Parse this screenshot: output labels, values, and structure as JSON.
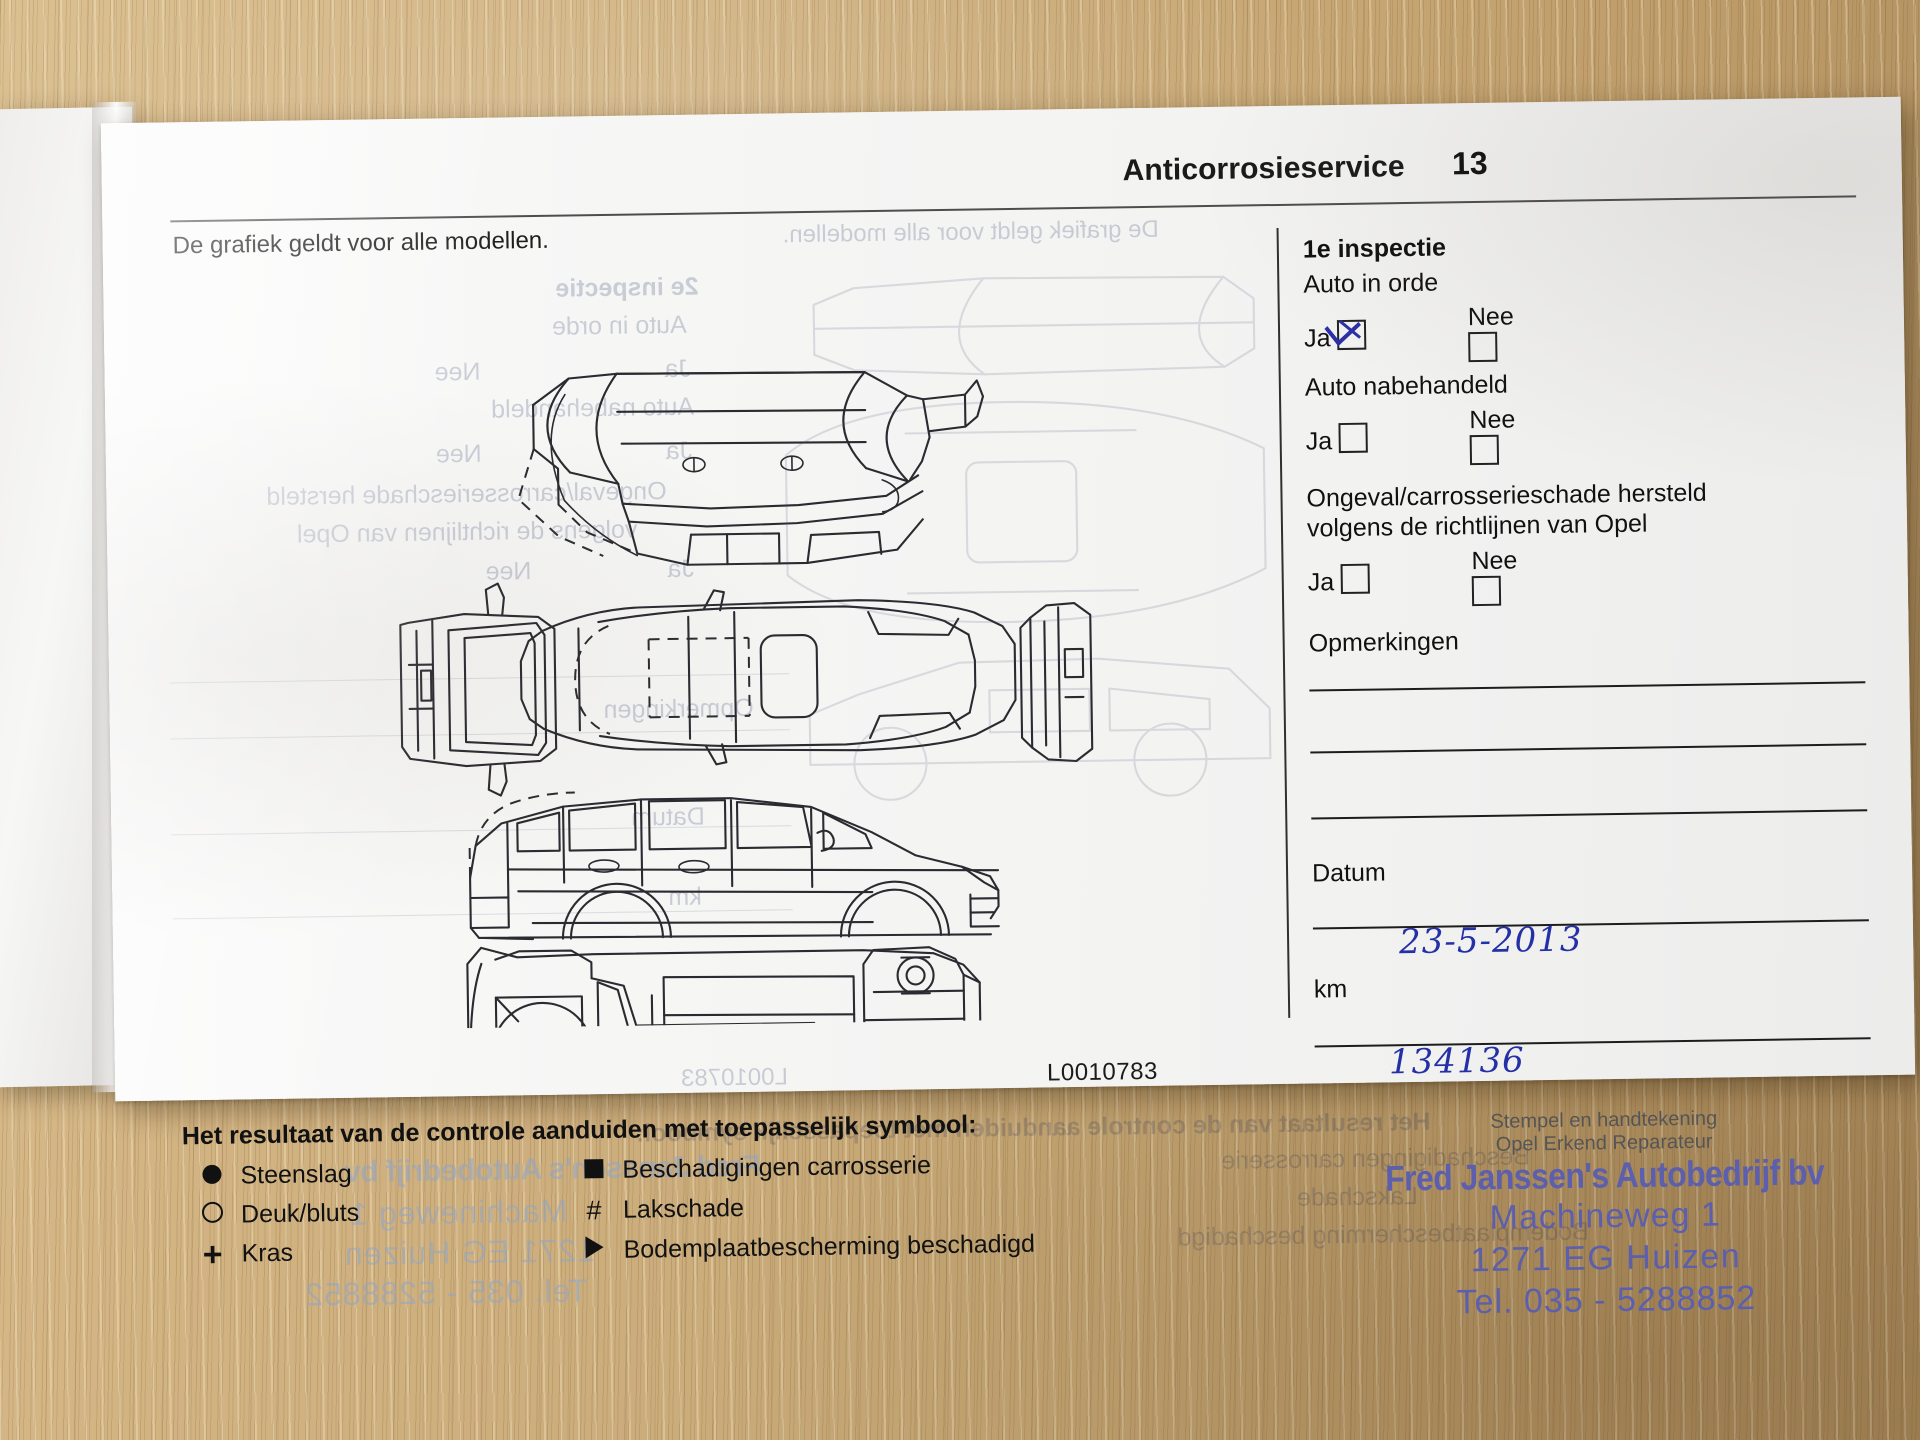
{
  "header": {
    "title": "Anticorrosieservice",
    "page_number": "13"
  },
  "intro": "De grafiek geldt voor alle modellen.",
  "diagram": {
    "code": "L0010783",
    "views": [
      "front-bumper-view",
      "top-view",
      "rear-bumper-view",
      "side-view",
      "underbody-view"
    ]
  },
  "form": {
    "heading": "1e inspectie",
    "items": [
      {
        "label": "Auto in orde",
        "yes_label": "Ja",
        "no_label": "Nee",
        "yes_checked": true,
        "no_checked": false
      },
      {
        "label": "Auto nabehandeld",
        "yes_label": "Ja",
        "no_label": "Nee",
        "yes_checked": false,
        "no_checked": false
      },
      {
        "label": "Ongeval/carrosserieschade hersteld volgens de richtlijnen van Opel",
        "label_line1": "Ongeval/carrosserieschade hersteld",
        "label_line2": "volgens de richtlijnen van Opel",
        "yes_label": "Ja",
        "no_label": "Nee",
        "yes_checked": false,
        "no_checked": false
      }
    ],
    "remarks_label": "Opmerkingen",
    "remarks_value": "",
    "date_label": "Datum",
    "date_value": "23-5-2013",
    "km_label": "km",
    "km_value": "134136"
  },
  "stamp": {
    "caption_line1": "Stempel en handtekening",
    "caption_line2": "Opel Erkend Reparateur",
    "company": "Fred Janssen's Autobedrijf bv",
    "street": "Machineweg 1",
    "city": "1271 EG  Huizen",
    "phone": "Tel. 035 - 5288852",
    "ink_color": "#5b5fad"
  },
  "legend": {
    "title": "Het resultaat van de controle aanduiden met toepasselijk symbool:",
    "column_left": [
      {
        "symbol": "filled-circle",
        "label": "Steenslag"
      },
      {
        "symbol": "open-circle",
        "label": "Deuk/bluts"
      },
      {
        "symbol": "plus",
        "label": "Kras"
      }
    ],
    "column_right": [
      {
        "symbol": "filled-square",
        "label": "Beschadigingen carrosserie"
      },
      {
        "symbol": "hash",
        "label": "Lakschade"
      },
      {
        "symbol": "triangle-right",
        "label": "Bodemplaatbescherming beschadigd"
      }
    ]
  },
  "bleed_through": {
    "note": "mirrored text showing through from the reverse page",
    "heading": "2e inspectie",
    "lines": [
      "Auto in orde",
      "Nee",
      "Ja",
      "Auto nabehandeld",
      "Nee",
      "Ja",
      "Ongeval/carrosserieschade hersteld",
      "volgens de richtlijnen van Opel",
      "Ja",
      "Nee",
      "Opmerkingen",
      "Datum",
      "km",
      "L0010783",
      "De grafiek geldt voor alle modellen.",
      "Het resultaat van de controle aanduiden met toepasselijk symbool:",
      "Steenslag",
      "Deuk/bluts",
      "Kras",
      "Beschadigingen carrosserie",
      "Lakschade",
      "Bodemplaatbescherming beschadigd"
    ],
    "stamp_lines": [
      "Fred Janssen's Autobedrijf bv",
      "Machineweg 1",
      "1271 EG  Huizen",
      "Tel. 035 - 5288852"
    ]
  },
  "colors": {
    "paper": "#f4f4f3",
    "ink": "#111111",
    "pen_ink": "#2430a6",
    "stamp_ink": "#5b5fad",
    "desk": "#cbac7b"
  }
}
